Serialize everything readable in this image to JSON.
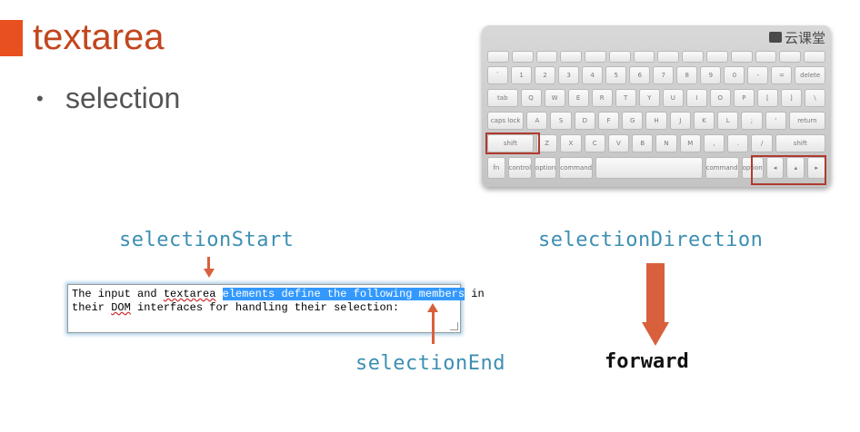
{
  "slide": {
    "title": "textarea",
    "bullet": "selection"
  },
  "keyboard": {
    "watermark": "云课堂",
    "highlighted_keys": [
      "shift",
      "arrow-keys"
    ]
  },
  "labels": {
    "start": "selectionStart",
    "end": "selectionEnd",
    "direction": "selectionDirection",
    "direction_value": "forward"
  },
  "textarea": {
    "line1_before": "The input and ",
    "line1_squiggle": "textarea",
    "line1_space": " ",
    "line1_selected": "elements define the following members",
    "line1_after": " in",
    "line2_before": "their ",
    "line2_squiggle": "DOM",
    "line2_after": " interfaces for handling their selection:"
  },
  "colors": {
    "accent": "#e8501f",
    "label": "#3d8fb2",
    "arrow": "#d9603c",
    "selection": "#3399ff"
  }
}
